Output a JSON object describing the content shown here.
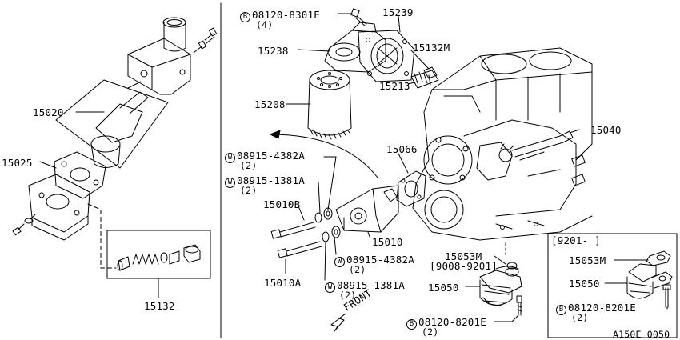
{
  "diagram_code": "A150E 0050",
  "front_label": "FRONT",
  "inset_header": "[9201-   ]",
  "labels": {
    "p15020": "15020",
    "p15025": "15025",
    "p15132": "15132",
    "b8301_mark": "B",
    "b8301_num": "08120-8301E",
    "b8301_qty": "(4)",
    "p15239": "15239",
    "p15238": "15238",
    "p15132m": "15132M",
    "p15213": "15213",
    "p15208": "15208",
    "p15040": "15040",
    "p15066": "15066",
    "w4382a_top_mark": "W",
    "w4382a_top_num": "08915-4382A",
    "w4382a_top_qty": "(2)",
    "w1381a_top_mark": "W",
    "w1381a_top_num": "08915-1381A",
    "w1381a_top_qty": "(2)",
    "p15010b": "15010B",
    "p15010": "15010",
    "p15010a": "15010A",
    "w4382a_bot_mark": "W",
    "w4382a_bot_num": "08915-4382A",
    "w4382a_bot_qty": "(2)",
    "w1381a_bot_mark": "W",
    "w1381a_bot_num": "08915-1381A",
    "w1381a_bot_qty": "(2)",
    "p15053m": "15053M",
    "range_9008": "[9008-9201]",
    "p15050": "15050",
    "b8201_mark": "B",
    "b8201_num": "08120-8201E",
    "b8201_qty": "(2)",
    "inset_15053m": "15053M",
    "inset_15050": "15050",
    "inset_b_mark": "B",
    "inset_b_num": "08120-8201E",
    "inset_b_qty": "(2)"
  }
}
